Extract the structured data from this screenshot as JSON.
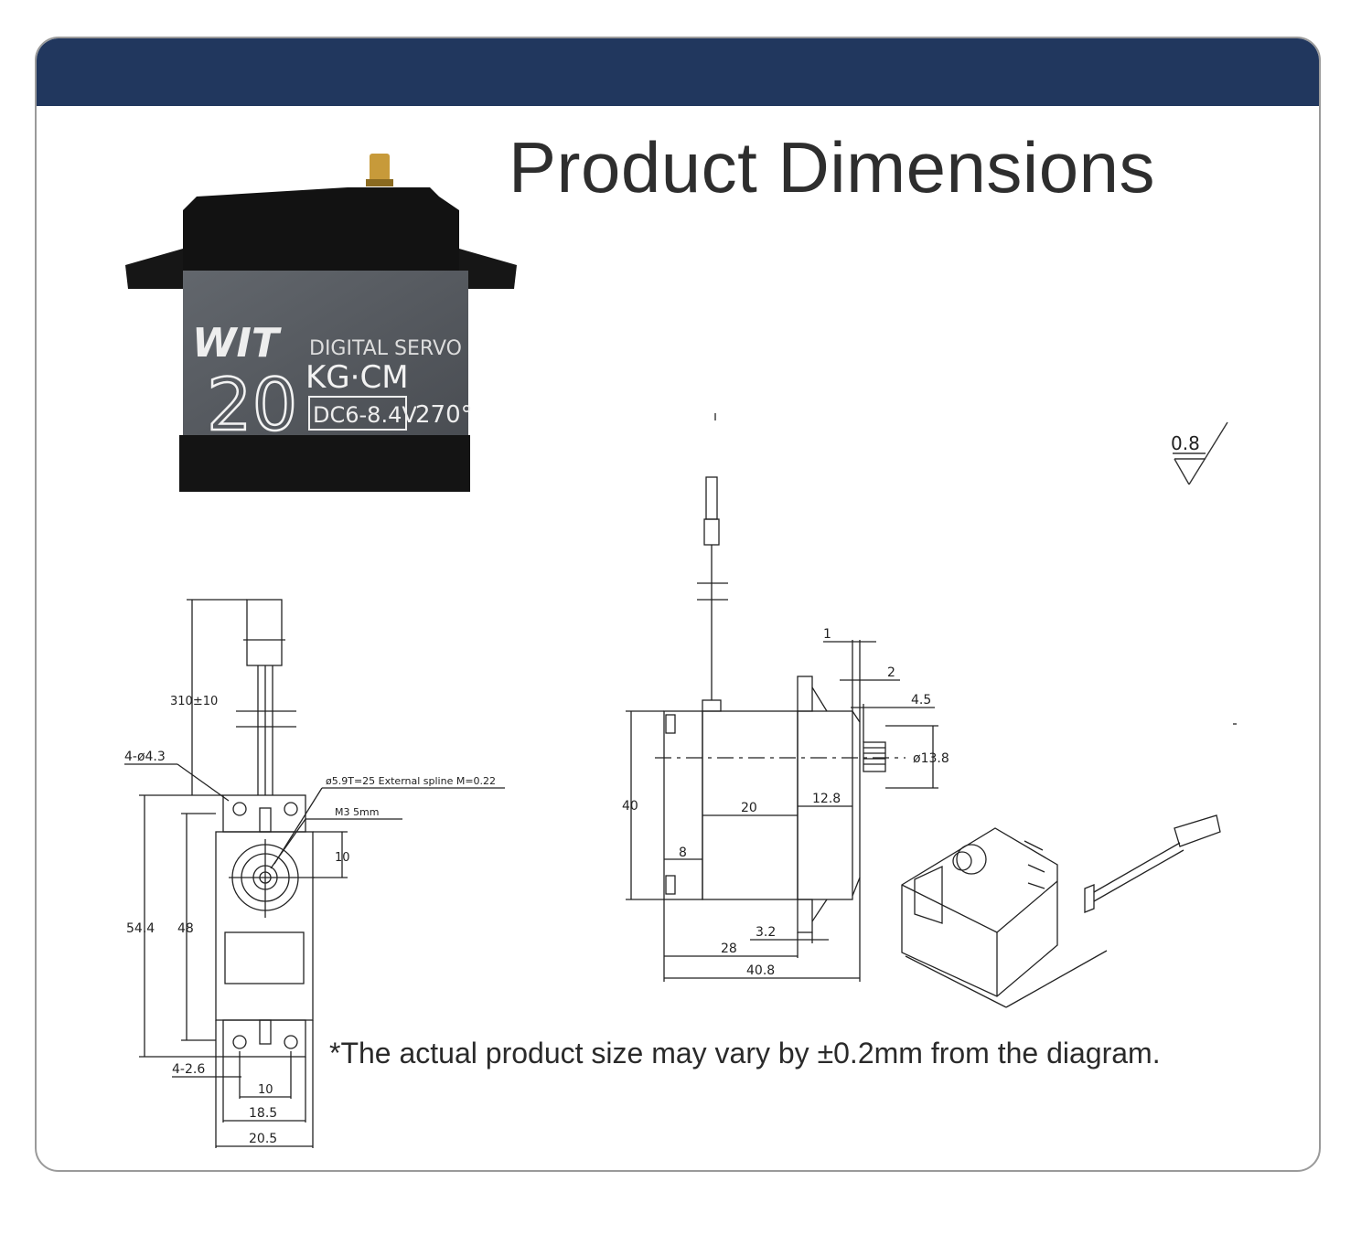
{
  "header": {
    "color": "#21375e"
  },
  "title": "Product Dimensions",
  "footnote": "*The actual product size may vary by ±0.2mm from the diagram.",
  "product_photo": {
    "logo": "WIT",
    "line1": "DIGITAL SERVO",
    "torque_value": "20",
    "torque_unit": "KG·CM",
    "voltage": "DC6-8.4V",
    "angle": "270°"
  },
  "roughness": "0.8",
  "front_view": {
    "cable_length": "310±10",
    "mount_holes": "4-ø4.3",
    "spline": "ø5.9T=25 External spline M=0.22",
    "screw": "M3 5mm",
    "dim_10_vertical": "10",
    "height_total": "54.4",
    "height_body": "48",
    "slot": "4-2.6",
    "hole_spacing": "10",
    "width_inner": "18.5",
    "width_total": "20.5"
  },
  "side_view": {
    "dim_1": "1",
    "dim_2": "2",
    "dim_4_5": "4.5",
    "shaft_dia": "ø13.8",
    "height": "40",
    "dim_20": "20",
    "dim_12_8": "12.8",
    "dim_8": "8",
    "dim_3_2": "3.2",
    "dim_28": "28",
    "length": "40.8"
  }
}
